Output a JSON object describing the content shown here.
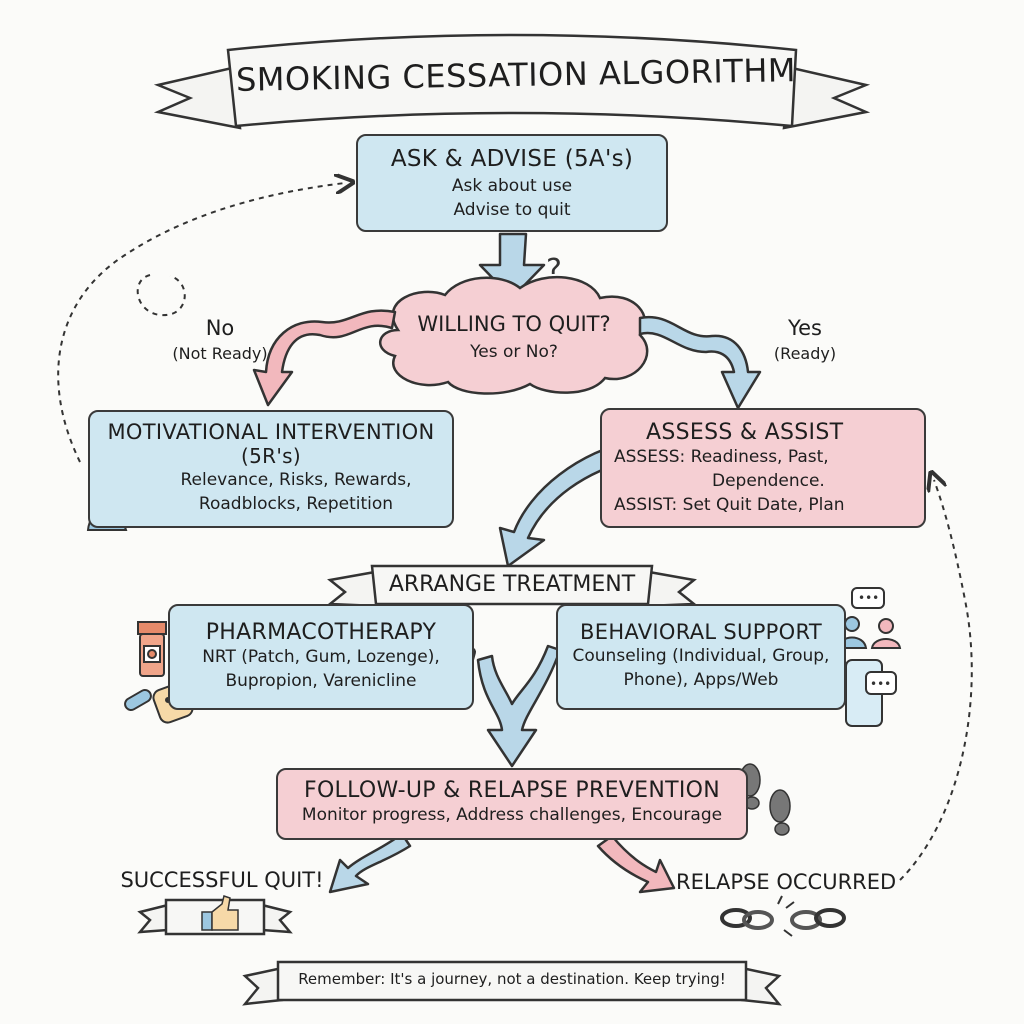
{
  "title": "SMOKING CESSATION ALGORITHM",
  "ask_advise": {
    "heading": "ASK & ADVISE (5A's)",
    "line1": "Ask about use",
    "line2": "Advise to quit"
  },
  "willing": {
    "heading": "WILLING TO QUIT?",
    "sub": "Yes or No?"
  },
  "branch_no": {
    "label": "No",
    "sub": "(Not Ready)"
  },
  "branch_yes": {
    "label": "Yes",
    "sub": "(Ready)"
  },
  "motivational": {
    "heading": "MOTIVATIONAL INTERVENTION",
    "heading2": "(5R's)",
    "line1": "Relevance, Risks, Rewards,",
    "line2": "Roadblocks, Repetition"
  },
  "assess_assist": {
    "heading": "ASSESS & ASSIST",
    "line1": "ASSESS: Readiness, Past,",
    "line2": "Dependence.",
    "line3": "ASSIST:  Set Quit Date, Plan"
  },
  "arrange": {
    "label": "ARRANGE TREATMENT"
  },
  "pharmacotherapy": {
    "heading": "PHARMACOTHERAPY",
    "line1": "NRT (Patch, Gum, Lozenge),",
    "line2": "Bupropion, Varenicline"
  },
  "behavioral": {
    "heading": "BEHAVIORAL SUPPORT",
    "line1": "Counseling (Individual, Group,",
    "line2": "Phone), Apps/Web"
  },
  "followup": {
    "heading": "FOLLOW-UP & RELAPSE PREVENTION",
    "line1": "Monitor progress, Address challenges, Encourage"
  },
  "success": {
    "label": "SUCCESSFUL QUIT!"
  },
  "relapse": {
    "label": "RELAPSE OCCURRED"
  },
  "footer": {
    "text": "Remember: It's a journey, not a destination. Keep trying!"
  },
  "colors": {
    "blue_fill": "#cfe7f1",
    "pink_fill": "#f5cfd3",
    "arrow_blue": "#b9d7e8",
    "arrow_pink": "#f2b8bd",
    "ink": "#3a3a3a"
  }
}
